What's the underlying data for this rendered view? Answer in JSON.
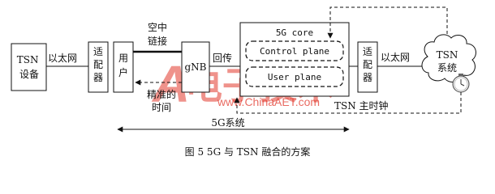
{
  "nodes": {
    "tsn_device": "TSN\n设备",
    "ethernet_left": "以太网",
    "adapter_left": "适\n配\n器",
    "ue": "用\n户",
    "air_link": "空中\n链接",
    "gnb": "gNB",
    "backhaul": "回传",
    "core_title": "5G core",
    "control_plane": "Control plane",
    "user_plane": "User plane",
    "adapter_right": "适\n配\n器",
    "ethernet_right": "以太网",
    "tsn_system": "TSN\n系统",
    "precise_time": "精准的\n时间",
    "tsn_master_clock": "TSN 主时钟",
    "system_5g": "5G系统"
  },
  "caption": "图 5   5G 与 TSN 融合的方案",
  "watermark": {
    "text": "www.ChinaAET.com",
    "color": "#e23a2e"
  }
}
